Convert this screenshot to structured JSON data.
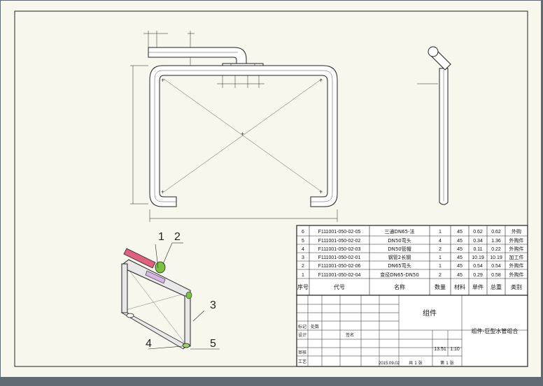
{
  "balloons": [
    "1",
    "2",
    "3",
    "4",
    "5"
  ],
  "bom": {
    "rows": [
      {
        "seq": "6",
        "code": "F111001-050-02-05",
        "name": "三通DN65-法",
        "qty": "1",
        "material": "45",
        "unit": "0.62",
        "total": "0.62",
        "category": "外购"
      },
      {
        "seq": "5",
        "code": "F111001-050-02-02",
        "name": "DN50弯头",
        "qty": "4",
        "material": "45",
        "unit": "0.34",
        "total": "1.36",
        "category": "外购件"
      },
      {
        "seq": "4",
        "code": "F111001-050-02-03",
        "name": "DN50管帽",
        "qty": "2",
        "material": "45",
        "unit": "0.11",
        "total": "0.22",
        "category": "外购件"
      },
      {
        "seq": "3",
        "code": "F111001-050-02-01",
        "name": "钢管2长钢",
        "qty": "1",
        "material": "45",
        "unit": "10.19",
        "total": "10.19",
        "category": "加工件"
      },
      {
        "seq": "2",
        "code": "F111001-050-02-06",
        "name": "DN65弯头",
        "qty": "1",
        "material": "45",
        "unit": "0.54",
        "total": "0.54",
        "category": "外购件"
      },
      {
        "seq": "1",
        "code": "F111001-050-02-04",
        "name": "变径DN65-DN50",
        "qty": "2",
        "material": "45",
        "unit": "0.29",
        "total": "0.58",
        "category": "外购件"
      }
    ],
    "headers": {
      "seq": "序号",
      "code": "代号",
      "name": "名称",
      "qty": "数量",
      "material": "材料",
      "unit": "单件",
      "total": "总重",
      "category": "类别"
    }
  },
  "title_block": {
    "material_cell": "组件",
    "drawing_name": "组件-巨型水管组合",
    "weight": "13.51",
    "scale": "1:10",
    "date": "2015.09.02",
    "sheet_a": "共 1 张",
    "sheet_b": "第 1 张",
    "labels": {
      "mark_a": "标记",
      "mark_b": "处数",
      "design": "设计",
      "review": "审核",
      "process": "工艺",
      "sign": "签名"
    }
  }
}
